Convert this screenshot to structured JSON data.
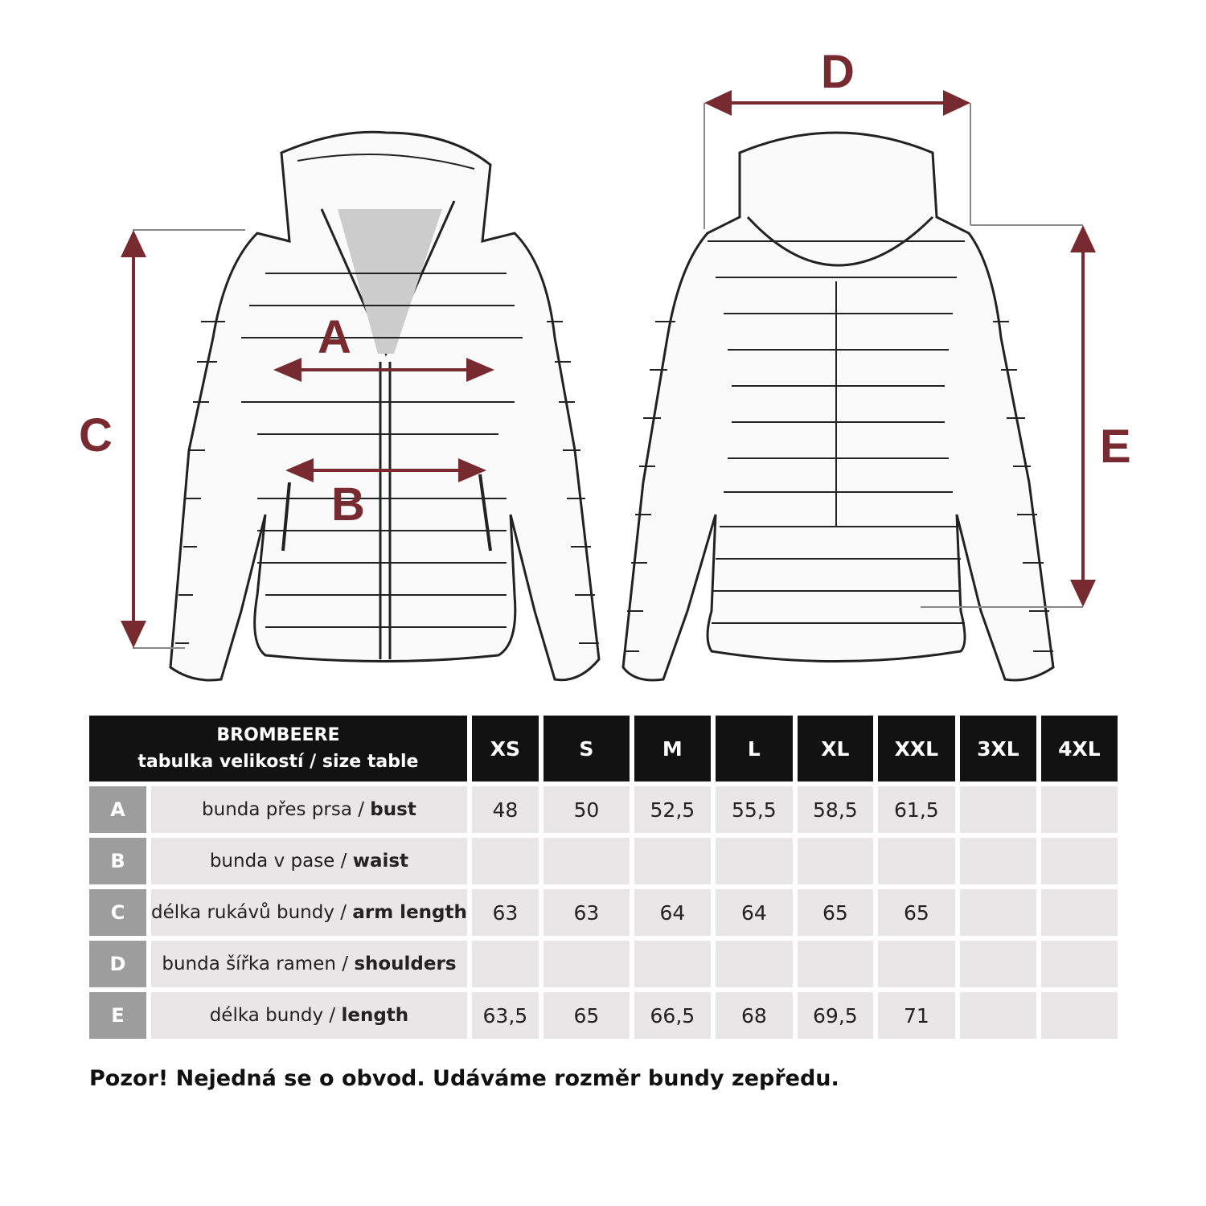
{
  "labels": {
    "A": "A",
    "B": "B",
    "C": "C",
    "D": "D",
    "E": "E"
  },
  "colors": {
    "arrow": "#772a30",
    "header_bg": "#121212",
    "cell_bg": "#e8e6e7",
    "letter_bg": "#9d9d9d"
  },
  "table": {
    "brand": "BROMBEERE",
    "subtitle": "tabulka velikostí / size table",
    "sizes": [
      "XS",
      "S",
      "M",
      "L",
      "XL",
      "XXL",
      "3XL",
      "4XL"
    ],
    "rows": [
      {
        "letter": "A",
        "desc": "bunda přes prsa / ",
        "desc_bold": "bust",
        "values": [
          "48",
          "50",
          "52,5",
          "55,5",
          "58,5",
          "61,5",
          "",
          ""
        ]
      },
      {
        "letter": "B",
        "desc": "bunda v pase / ",
        "desc_bold": "waist",
        "values": [
          "",
          "",
          "",
          "",
          "",
          "",
          "",
          ""
        ]
      },
      {
        "letter": "C",
        "desc": "délka rukávů bundy / ",
        "desc_bold": "arm length",
        "values": [
          "63",
          "63",
          "64",
          "64",
          "65",
          "65",
          "",
          ""
        ]
      },
      {
        "letter": "D",
        "desc": "bunda šířka ramen / ",
        "desc_bold": "shoulders",
        "values": [
          "",
          "",
          "",
          "",
          "",
          "",
          "",
          ""
        ]
      },
      {
        "letter": "E",
        "desc": "délka bundy / ",
        "desc_bold": "length",
        "values": [
          "63,5",
          "65",
          "66,5",
          "68",
          "69,5",
          "71",
          "",
          ""
        ]
      }
    ]
  },
  "note": "Pozor! Nejedná se o obvod. Udáváme rozměr bundy zepředu."
}
